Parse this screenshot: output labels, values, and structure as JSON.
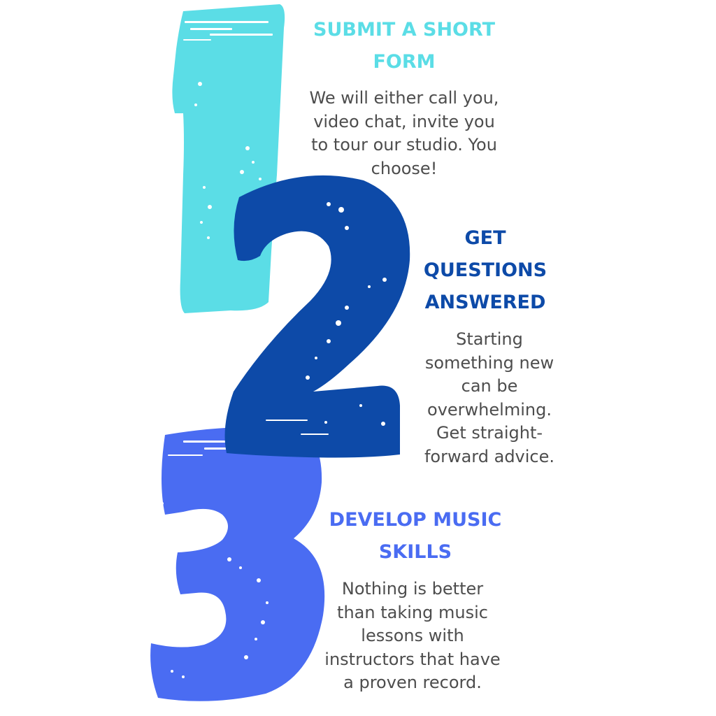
{
  "colors": {
    "step1": "#5bdde6",
    "step2": "#0d4aa8",
    "step3": "#4a6cf2",
    "body_text": "#4d4d4d"
  },
  "steps": [
    {
      "numeral": "1",
      "title": "SUBMIT A SHORT\nFORM",
      "text": "We will either call you,\nvideo chat, invite you\nto tour our studio. You\nchoose!"
    },
    {
      "numeral": "2",
      "title": "GET\nQUESTIONS\nANSWERED",
      "text": "Starting\nsomething new\ncan be\noverwhelming.\nGet straight-\nforward advice."
    },
    {
      "numeral": "3",
      "title": "DEVELOP MUSIC\nSKILLS",
      "text": "Nothing is better\nthan taking music\nlessons with\ninstructors that have\na proven record."
    }
  ]
}
